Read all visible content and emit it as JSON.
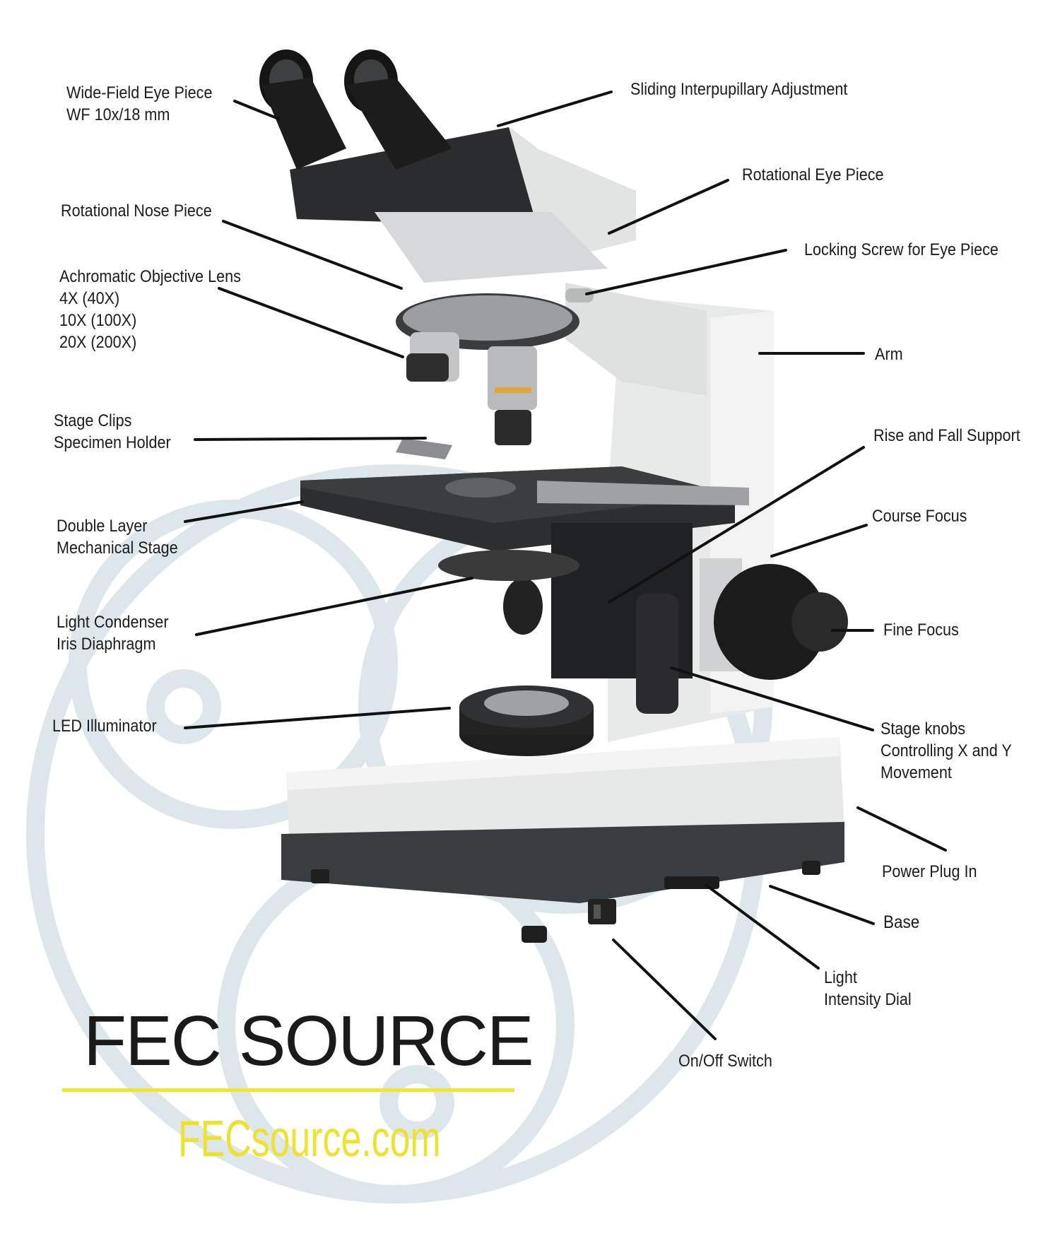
{
  "labels": {
    "eyepiece": [
      "Wide-Field Eye Piece",
      "WF 10x/18 mm"
    ],
    "sliding": [
      "Sliding Interpupillary Adjustment"
    ],
    "rot_eyepiece": [
      "Rotational Eye Piece"
    ],
    "nosepiece": [
      "Rotational Nose Piece"
    ],
    "locking": [
      "Locking Screw for Eye Piece"
    ],
    "objective": [
      "Achromatic Objective Lens",
      "4X (40X)",
      "10X (100X)",
      "20X (200X)"
    ],
    "arm": [
      "Arm"
    ],
    "clips": [
      "Stage Clips",
      "Specimen Holder"
    ],
    "rise": [
      "Rise and Fall Support"
    ],
    "stage": [
      "Double Layer",
      "Mechanical Stage"
    ],
    "course": [
      "Course Focus"
    ],
    "condenser": [
      "Light Condenser",
      "Iris Diaphragm"
    ],
    "fine": [
      "Fine Focus"
    ],
    "led": [
      "LED Illuminator"
    ],
    "knobs": [
      "Stage knobs",
      "Controlling X and Y",
      "Movement"
    ],
    "power": [
      "Power Plug In"
    ],
    "base": [
      "Base"
    ],
    "dial": [
      "Light",
      "Intensity Dial"
    ],
    "switch": [
      "On/Off Switch"
    ]
  },
  "brand": {
    "name": "FEC SOURCE",
    "url": "FECsource.com",
    "accent_color": "#f2e62a",
    "watermark_color": "#dfe7ec"
  }
}
